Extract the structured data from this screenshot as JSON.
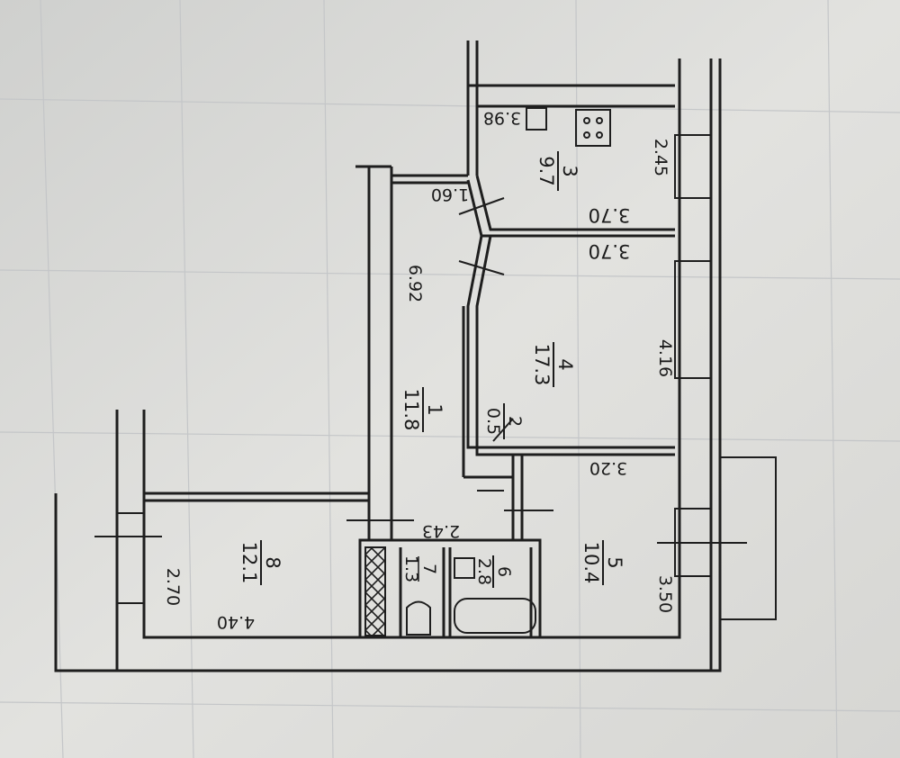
{
  "plan": {
    "rooms": [
      {
        "number": "1",
        "area": "11.8"
      },
      {
        "number": "2",
        "area": "0.5"
      },
      {
        "number": "3",
        "area": "9.7"
      },
      {
        "number": "4",
        "area": "17.3"
      },
      {
        "number": "5",
        "area": "10.4"
      },
      {
        "number": "6",
        "area": "2.8"
      },
      {
        "number": "7",
        "area": "1.3"
      },
      {
        "number": "8",
        "area": "12.1"
      }
    ],
    "dimensions": {
      "kitchen_top": "3.98",
      "kitchen_door": "1.60",
      "kitchen_side": "2.45",
      "kitchen_width": "3.70",
      "room4_width": "3.70",
      "corridor_length": "6.92",
      "room4_side": "4.16",
      "room5_width": "3.20",
      "bath_width": "2.43",
      "room5_side": "3.50",
      "room8_side": "2.70",
      "room8_width": "4.40"
    }
  }
}
